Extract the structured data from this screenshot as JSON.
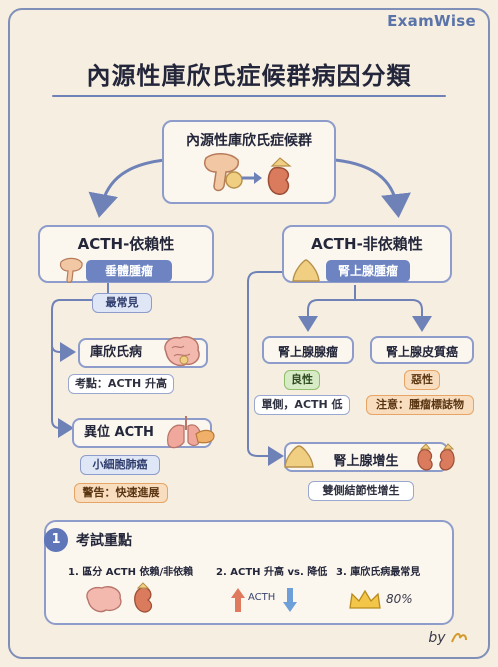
{
  "brand": "ExamWise",
  "title": "內源性庫欣氏症候群病因分類",
  "root": {
    "label": "內源性庫欣氏症候群"
  },
  "left": {
    "heading": "ACTH-依賴性",
    "source": "垂體腫瘤",
    "note": "最常見",
    "cushing_disease": {
      "label": "庫欣氏病",
      "tip": "考點：ACTH 升高"
    },
    "ectopic": {
      "label": "異位 ACTH",
      "cause": "小細胞肺癌",
      "warning": "警告：快速進展"
    }
  },
  "right": {
    "heading": "ACTH-非依賴性",
    "source": "腎上腺腫瘤",
    "adenoma": {
      "label": "腎上腺腺瘤",
      "nature": "良性",
      "detail": "單側，ACTH 低"
    },
    "carcinoma": {
      "label": "腎上腺皮質癌",
      "nature": "惡性",
      "detail": "注意：腫瘤標誌物"
    },
    "hyperplasia": {
      "label": "腎上腺增生",
      "detail": "雙側結節性增生"
    }
  },
  "summary": {
    "number": "1",
    "title": "考試重點",
    "items": [
      {
        "text": "1. 區分 ACTH 依賴/非依賴"
      },
      {
        "text": "2. ACTH 升高 vs. 降低",
        "icon_text": "ACTH"
      },
      {
        "text": "3. 庫欣氏病最常見",
        "icon_text": "80%"
      }
    ]
  },
  "credit": "by",
  "icons": [
    "pituitary-icon",
    "adrenal-kidney-icon",
    "brain-icon",
    "lungs-icon",
    "kidney-icon",
    "crown-icon",
    "arrow-up-icon",
    "arrow-down-icon"
  ],
  "colors": {
    "accent": "#6e84c2",
    "frame": "#7f8fb8",
    "benign": "#8fbf6c",
    "malignant": "#e6a466",
    "background": "#f6efe1"
  }
}
